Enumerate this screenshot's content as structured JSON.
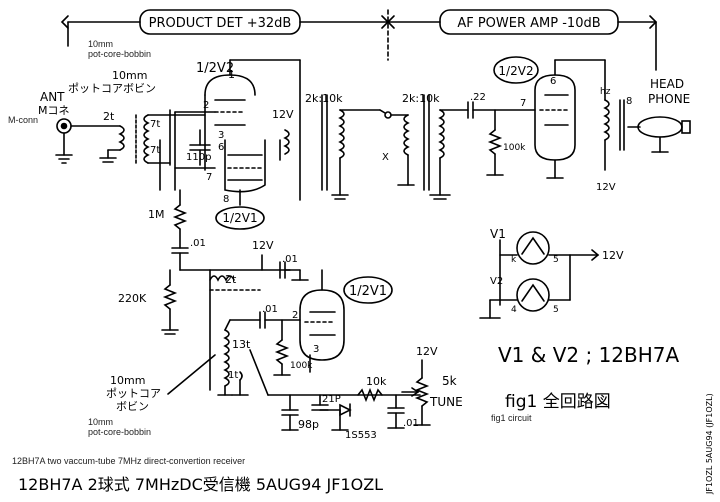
{
  "sections": {
    "product_det": "PRODUCT DET +32dB",
    "af_amp": "AF POWER AMP -10dB"
  },
  "labels": {
    "ant": "ANT",
    "m_conn_jp": "Mコネ",
    "m_conn": "M-conn",
    "turns_2t_top": "2t",
    "turns_7t_a": "7t",
    "turns_7t_b": "7t",
    "pot_core_jp_top": "10mm\nポットコアボビン",
    "pot_core_top": "10mm\npot-core-bobbin",
    "half_v2_left": "1/2V2",
    "half_v2_right": "1/2V2",
    "half_v1_left": "1/2V1",
    "half_v1_bottom": "1/2V1",
    "pin1": "1",
    "pin2": "2",
    "pin3": "3",
    "pin5": "5",
    "pin6a": "6",
    "pin6b": "6",
    "pin7a": "7",
    "pin7b": "7",
    "pin8": "8",
    "cap_110p": "110p",
    "res_1m": "1M",
    "cap_01_left": ".01",
    "res_220k": "220K",
    "v12_top": "12V",
    "xfmr_2k10k_a": "2k:10k",
    "xfmr_2k10k_b": "2k:10k",
    "x_mark": "X",
    "cap_22": ".22",
    "res_100k_af": "100k",
    "v12_af_bottom": "12V",
    "imp_8": "8",
    "hz": "hz",
    "head": "HEAD",
    "phone": "PHONE",
    "v12_mid": "12V",
    "cap_01_mid": ".01",
    "turns_2t_mid": "2t",
    "cap_01_grid": ".01",
    "res_100k_osc": "100k",
    "turns_13t": "13t",
    "turns_1t": "1t",
    "pot_core_jp_bot": "10mm\nポットコア\nボビン",
    "pot_core_bot": "10mm\npot-core-bobbin",
    "cap_21p": "21P",
    "cap_98p": "98p",
    "diode": "1S553",
    "res_10k": "10k",
    "cap_01_tune": ".01",
    "v12_tune": "12V",
    "pot_5k": "5k",
    "tune": "TUNE",
    "v1_legend": "V1",
    "v2_legend": "V2",
    "v12_legend": "12V",
    "legend_pin_k": "k",
    "legend_pin_5": "5",
    "legend_pin_4": "4",
    "tubes": "V1 & V2 ; 12BH7A",
    "fig_jp": "fig1 全回路図",
    "fig1": "fig1 circuit",
    "caption_en": "12BH7A two vaccum-tube 7MHz direct-convertion receiver",
    "caption_jp": "12BH7A 2球式 7MHzDC受信機 5AUG94 JF1OZL",
    "side_note": "JF1OZL 5AUG94 (JF1OZL)"
  }
}
